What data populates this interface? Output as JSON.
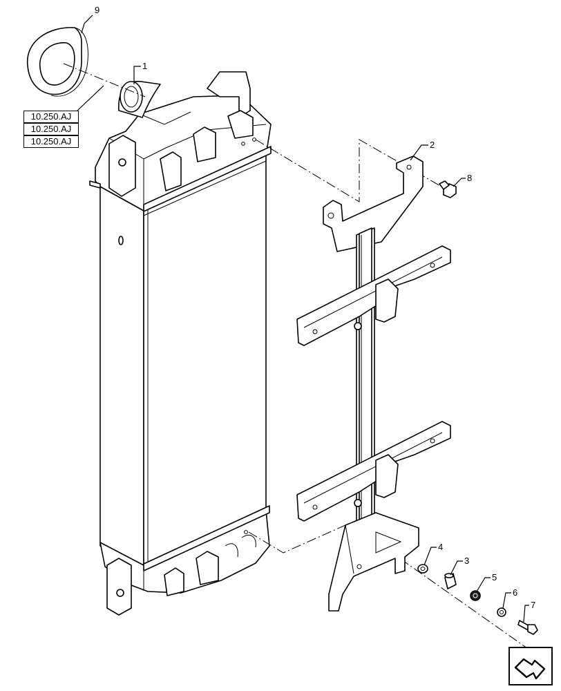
{
  "callouts": {
    "c1": "1",
    "c2": "2",
    "c3": "3",
    "c4": "4",
    "c5": "5",
    "c6": "6",
    "c7": "7",
    "c8": "8",
    "c9": "9"
  },
  "references": [
    "10.250.AJ",
    "10.250.AJ",
    "10.250.AJ"
  ],
  "icons": {
    "navigation": "next-page-arrow-icon"
  }
}
